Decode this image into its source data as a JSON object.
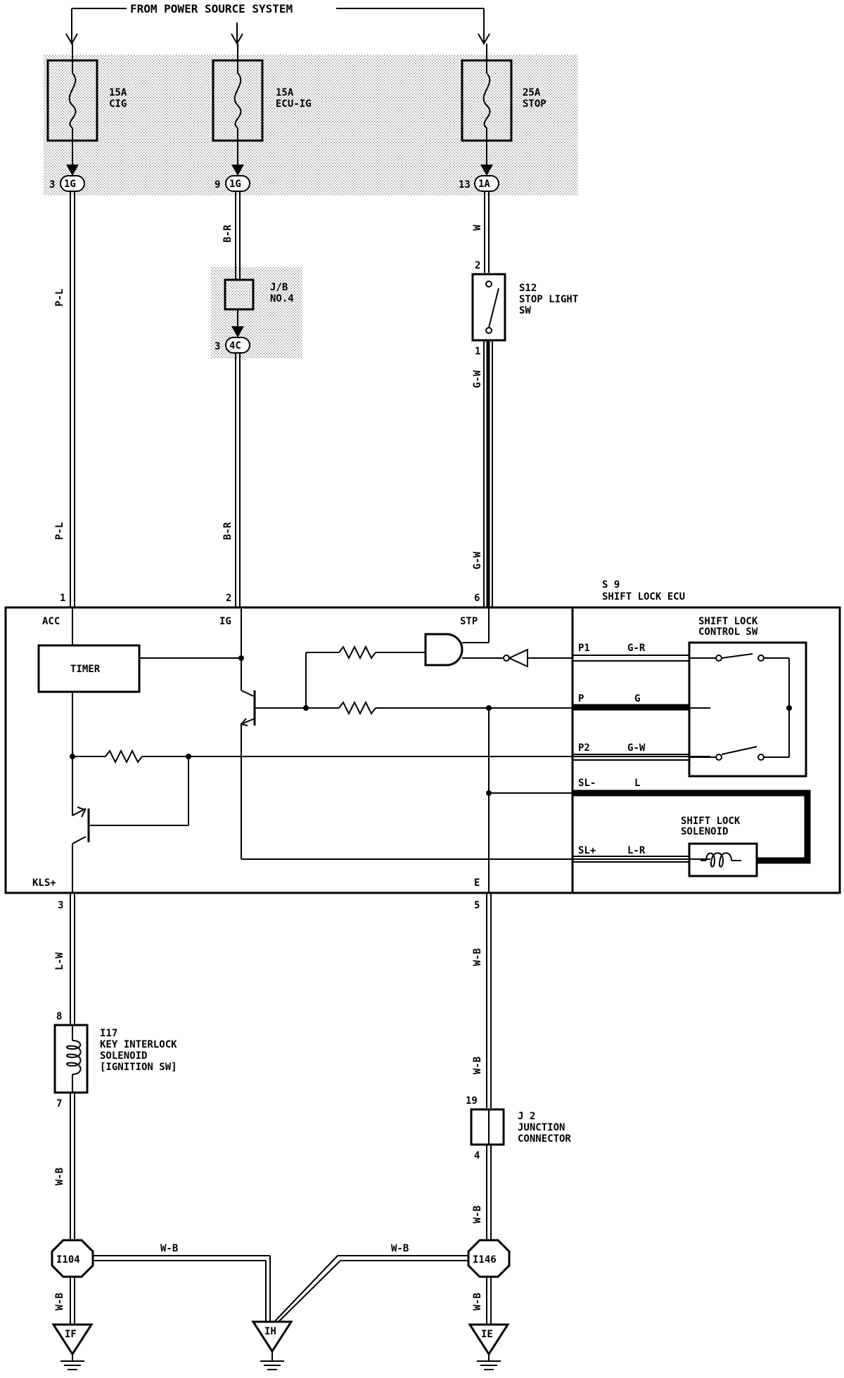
{
  "header": {
    "power_source": "FROM POWER SOURCE SYSTEM"
  },
  "fuses": [
    {
      "rating": "15A",
      "name": "CIG",
      "pin": "3",
      "connector": "1G",
      "wire": "P-L"
    },
    {
      "rating": "15A",
      "name": "ECU-IG",
      "pin": "9",
      "connector": "1G",
      "wire": "B-R"
    },
    {
      "rating": "25A",
      "name": "STOP",
      "pin": "13",
      "connector": "1A",
      "wire": "W"
    }
  ],
  "junction_block": {
    "name": "J/B",
    "number": "NO.4",
    "pin": "3",
    "connector": "4C"
  },
  "stop_light_sw": {
    "id": "S12",
    "line1": "STOP LIGHT",
    "line2": "SW",
    "pin_top": "2",
    "pin_bottom": "1",
    "wire_out": "G-W"
  },
  "wire_labels_mid": {
    "acc": "P-L",
    "ig": "B-R",
    "stp": "G-W"
  },
  "ecu": {
    "id": "S 9",
    "name": "SHIFT LOCK ECU",
    "pin_acc": "1",
    "term_acc": "ACC",
    "pin_ig": "2",
    "term_ig": "IG",
    "pin_stp": "6",
    "term_stp": "STP",
    "timer": "TIMER",
    "pin_kls": "3",
    "term_kls": "KLS+",
    "pin_e": "5",
    "term_e": "E"
  },
  "control_sw": {
    "title_line1": "SHIFT LOCK",
    "title_line2": "CONTROL SW",
    "rows": [
      {
        "term": "P1",
        "wire": "G-R"
      },
      {
        "term": "P",
        "wire": "G"
      },
      {
        "term": "P2",
        "wire": "G-W"
      },
      {
        "term": "SL-",
        "wire": "L"
      },
      {
        "term": "SL+",
        "wire": "L-R"
      }
    ]
  },
  "solenoid": {
    "line1": "SHIFT LOCK",
    "line2": "SOLENOID"
  },
  "key_interlock": {
    "id": "I17",
    "line1": "KEY INTERLOCK",
    "line2": "SOLENOID",
    "line3": "[IGNITION SW]",
    "pin_top": "8",
    "pin_bottom": "7"
  },
  "junction_connector": {
    "id": "J 2",
    "line1": "JUNCTION",
    "line2": "CONNECTOR",
    "pin_top": "19",
    "pin_bottom": "4"
  },
  "bottom_wires": {
    "kls": "L-W",
    "e": "W-B",
    "e2": "W-B",
    "left": "W-B",
    "right": "W-B",
    "h1": "W-B",
    "h2": "W-B",
    "gl": "W-B",
    "gr": "W-B"
  },
  "splices": {
    "left": "I104",
    "right": "I146"
  },
  "grounds": {
    "left": "IF",
    "mid": "IH",
    "right": "IE"
  }
}
